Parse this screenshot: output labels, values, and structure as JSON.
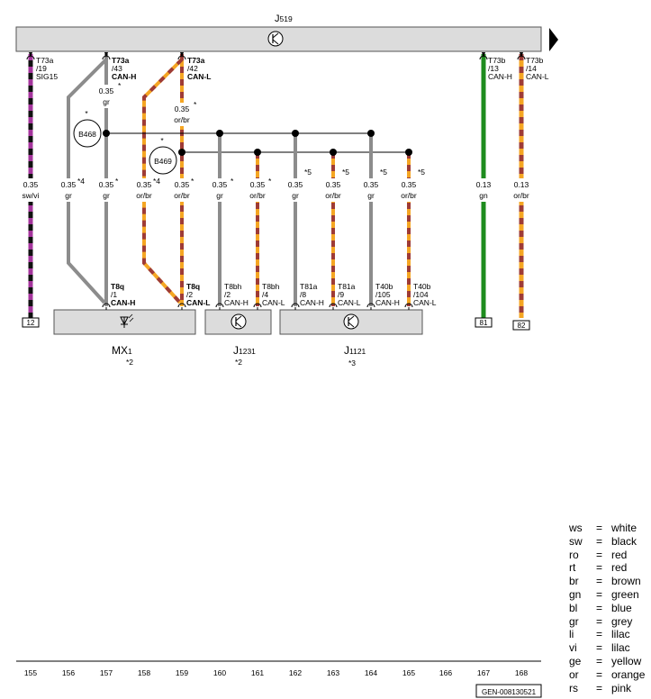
{
  "top_unit": {
    "label": "J",
    "sub": "519"
  },
  "pins_top": [
    {
      "conn": "T73a",
      "pin": "/19",
      "signal": "SIG15"
    },
    {
      "conn": "T73a",
      "pin": "/43",
      "signal": "CAN-H"
    },
    {
      "conn": "T73a",
      "pin": "/42",
      "signal": "CAN-L"
    },
    {
      "conn": "T73b",
      "pin": "/13",
      "signal": "CAN-H"
    },
    {
      "conn": "T73b",
      "pin": "/14",
      "signal": "CAN-L"
    }
  ],
  "wires": [
    {
      "size": "0.35",
      "color": "sw/vi",
      "star": ""
    },
    {
      "size": "0.35",
      "color": "gr",
      "star": "*4"
    },
    {
      "size": "0.35",
      "color": "gr",
      "star": ""
    },
    {
      "size": "0.35",
      "color": "or/br",
      "star": "*4"
    },
    {
      "size": "0.35",
      "color": "or/br",
      "star": ""
    },
    {
      "size": "0.35",
      "color": "gr",
      "star": "*"
    },
    {
      "size": "0.35",
      "color": "or/br",
      "star": "*"
    },
    {
      "size": "0.35",
      "color": "gr",
      "star": "*5"
    },
    {
      "size": "0.35",
      "color": "or/br",
      "star": "*5"
    },
    {
      "size": "0.35",
      "color": "gr",
      "star": "*5"
    },
    {
      "size": "0.35",
      "color": "or/br",
      "star": "*5"
    },
    {
      "size": "0.13",
      "color": "gn",
      "star": ""
    },
    {
      "size": "0.13",
      "color": "or/br",
      "star": ""
    }
  ],
  "upper_wires": [
    {
      "size": "0.35",
      "color": "gr"
    },
    {
      "size": "0.35",
      "color": "or/br"
    }
  ],
  "splices": [
    {
      "name": "B468"
    },
    {
      "name": "B469"
    }
  ],
  "pins_bottom": [
    {
      "conn": "T8q",
      "pin": "/1",
      "signal": "CAN-H"
    },
    {
      "conn": "T8q",
      "pin": "/2",
      "signal": "CAN-L"
    },
    {
      "conn": "T8bh",
      "pin": "/2",
      "signal": "CAN-H"
    },
    {
      "conn": "T8bh",
      "pin": "/4",
      "signal": "CAN-L"
    },
    {
      "conn": "T81a",
      "pin": "/8",
      "signal": "CAN-H"
    },
    {
      "conn": "T81a",
      "pin": "/9",
      "signal": "CAN-L"
    },
    {
      "conn": "T40b",
      "pin": "/105",
      "signal": "CAN-H"
    },
    {
      "conn": "T40b",
      "pin": "/104",
      "signal": "CAN-L"
    }
  ],
  "components": [
    {
      "label": "MX",
      "sub": "1",
      "note": "*2"
    },
    {
      "label": "J",
      "sub": "1231",
      "note": "*2"
    },
    {
      "label": "J",
      "sub": "1121",
      "note": "*3"
    }
  ],
  "ground_refs": [
    "12",
    "81",
    "82"
  ],
  "columns": [
    "155",
    "156",
    "157",
    "158",
    "159",
    "160",
    "161",
    "162",
    "163",
    "164",
    "165",
    "166",
    "167",
    "168"
  ],
  "footer_code": "GEN-008130521",
  "legend": [
    {
      "code": "ws",
      "eq": "=",
      "name": "white"
    },
    {
      "code": "sw",
      "eq": "=",
      "name": "black"
    },
    {
      "code": "ro",
      "eq": "=",
      "name": "red"
    },
    {
      "code": "rt",
      "eq": "=",
      "name": "red"
    },
    {
      "code": "br",
      "eq": "=",
      "name": "brown"
    },
    {
      "code": "gn",
      "eq": "=",
      "name": "green"
    },
    {
      "code": "bl",
      "eq": "=",
      "name": "blue"
    },
    {
      "code": "gr",
      "eq": "=",
      "name": "grey"
    },
    {
      "code": "li",
      "eq": "=",
      "name": "lilac"
    },
    {
      "code": "vi",
      "eq": "=",
      "name": "lilac"
    },
    {
      "code": "ge",
      "eq": "=",
      "name": "yellow"
    },
    {
      "code": "or",
      "eq": "=",
      "name": "orange"
    },
    {
      "code": "rs",
      "eq": "=",
      "name": "pink"
    }
  ],
  "colors": {
    "wire_grey": "#8c8c8c",
    "wire_orange": "#f5a623",
    "wire_brown": "#9e3b36",
    "wire_green": "#1e8c1e",
    "wire_black": "#111111",
    "wire_violet": "#a4359c",
    "component_fill": "#dcdcdc"
  }
}
